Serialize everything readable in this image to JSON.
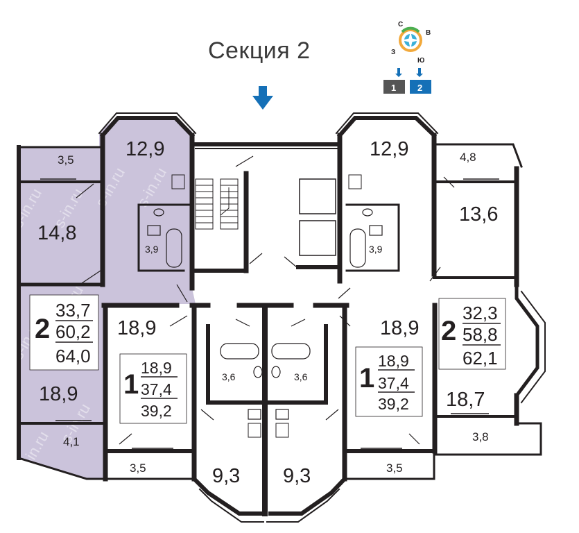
{
  "section_title": "Секция 2",
  "compass": {
    "labels": [
      "С",
      "В",
      "З",
      "Ю"
    ]
  },
  "section_badges": [
    {
      "label": "1",
      "color": "#555555"
    },
    {
      "label": "2",
      "color": "#1570b7"
    }
  ],
  "watermark": "s-in.ru",
  "colors": {
    "wall": "#231f20",
    "highlight": "#cbc3db",
    "accent": "#1570b7"
  },
  "apartments": [
    {
      "rooms": "2",
      "living": "33,7",
      "total": "60,2",
      "total_with_balcony": "64,0"
    },
    {
      "rooms": "1",
      "living": "18,9",
      "total": "37,4",
      "total_with_balcony": "39,2"
    },
    {
      "rooms": "1",
      "living": "18,9",
      "total": "37,4",
      "total_with_balcony": "39,2"
    },
    {
      "rooms": "2",
      "living": "32,3",
      "total": "58,8",
      "total_with_balcony": "62,1"
    }
  ],
  "room_areas": {
    "a1_balcony_top": "3,5",
    "a1_room_small": "14,8",
    "a1_room_large": "18,9",
    "a1_balcony_bottom": "4,1",
    "a1_kitchen": "12,9",
    "a1_bath": "3,9",
    "a2_room": "18,9",
    "a2_balcony": "3,5",
    "a2_kitchen": "9,3",
    "a2_bath": "3,6",
    "a3_bath": "3,6",
    "a3_kitchen": "9,3",
    "a3_room": "18,9",
    "a3_balcony": "3,5",
    "a4_kitchen": "12,9",
    "a4_bath": "3,9",
    "a4_balcony_top": "4,8",
    "a4_room_small": "13,6",
    "a4_room_large": "18,7",
    "a4_balcony_bottom": "3,8"
  }
}
